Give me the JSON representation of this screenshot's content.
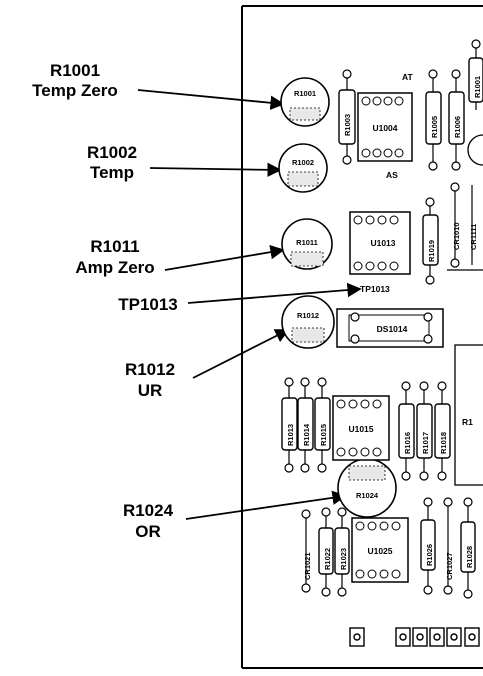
{
  "callouts": [
    {
      "id": "r1001",
      "line1": "R1001",
      "line2": "Temp Zero"
    },
    {
      "id": "r1002",
      "line1": "R1002",
      "line2": "Temp"
    },
    {
      "id": "r1011",
      "line1": "R1011",
      "line2": "Amp Zero"
    },
    {
      "id": "tp1013",
      "line1": "TP1013",
      "line2": ""
    },
    {
      "id": "r1012",
      "line1": "R1012",
      "line2": "UR"
    },
    {
      "id": "r1024",
      "line1": "R1024",
      "line2": "OR"
    }
  ],
  "pots": [
    "R1001",
    "R1002",
    "R1011",
    "R1012",
    "R1024"
  ],
  "ics": [
    "U1004",
    "U1013",
    "U1015",
    "U1025"
  ],
  "silkscreen": {
    "at": "AT",
    "as": "AS",
    "tp": "TP1013",
    "ds": "DS1014",
    "resistors_top": [
      "R1003",
      "R1005",
      "R1006",
      "R1001"
    ],
    "resistor_u1013": "R1019",
    "cr_top": "CR1010",
    "cr_top2": "CR1111",
    "resistors_mid": [
      "R1013",
      "R1014",
      "R1015"
    ],
    "resistors_mid_right": [
      "R1016",
      "R1017",
      "R1018"
    ],
    "edge_label": "R1",
    "cr_bottom": [
      "CR1021",
      "CR1027"
    ],
    "resistors_bottom": [
      "R1022",
      "R1023",
      "R1026",
      "R1028"
    ]
  }
}
